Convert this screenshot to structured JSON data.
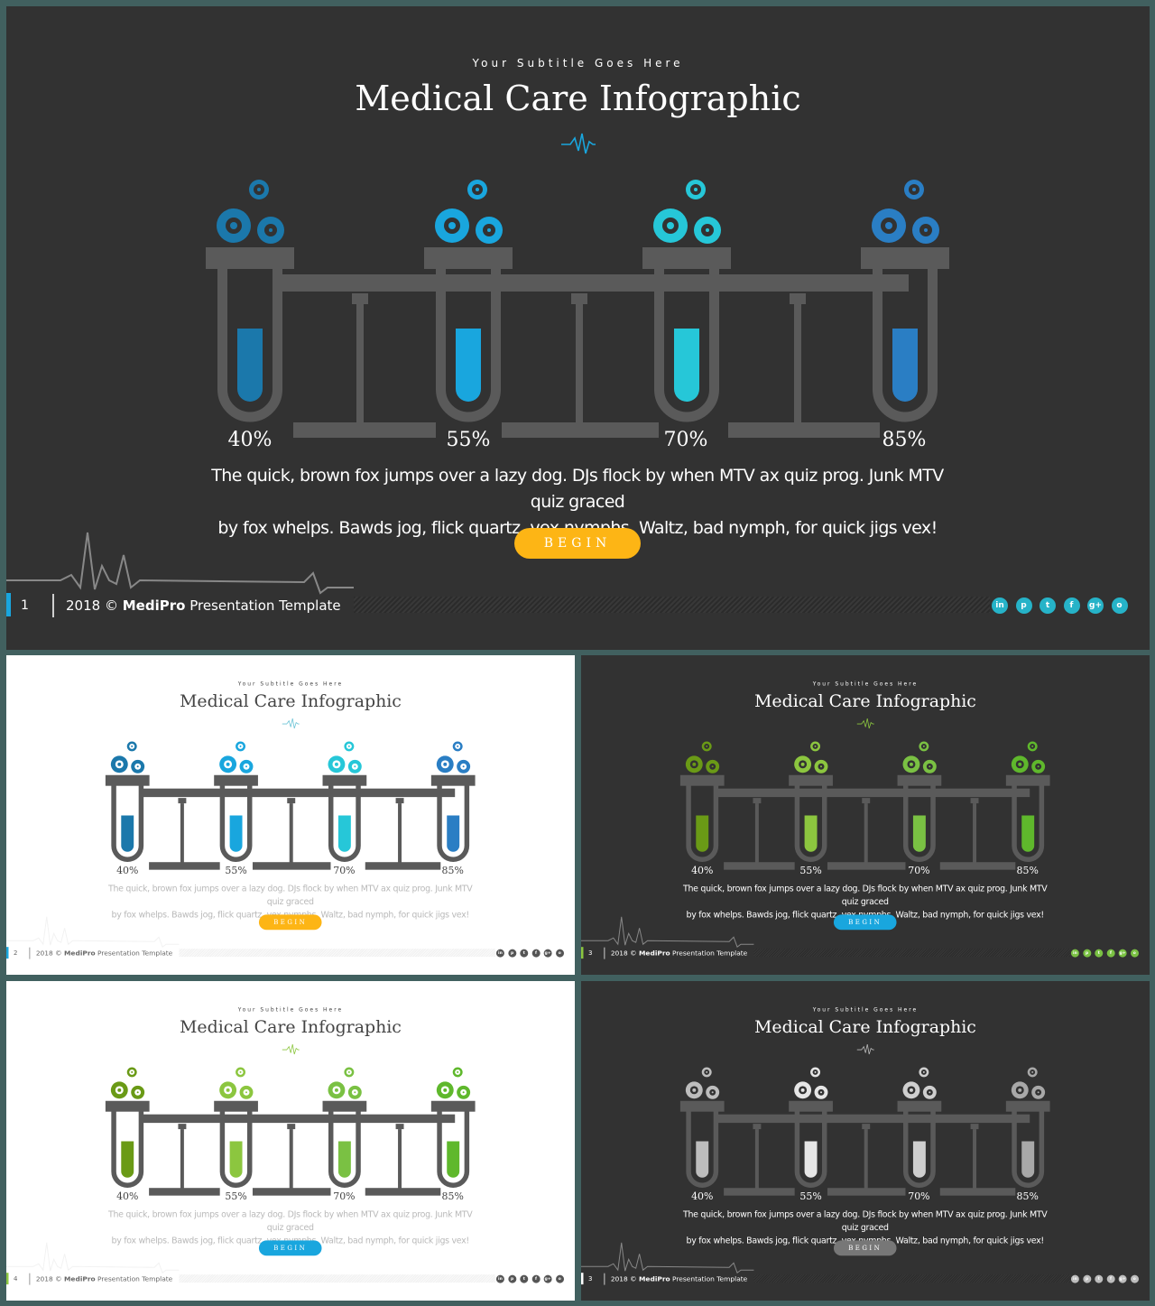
{
  "slides": [
    {
      "id": "1",
      "theme": "dark",
      "colors": [
        "#1b78ab",
        "#19a6de",
        "#26c7d8",
        "#2a7ec4"
      ],
      "button_color": "#fdb515",
      "footer_bar_color": "#19a6de",
      "pulse_color": "#888888",
      "header_pulse_color": "#19a6de",
      "social_color": "#26b3c8",
      "dots_color": "#1b78ab"
    },
    {
      "id": "2",
      "theme": "light",
      "colors": [
        "#1b78ab",
        "#19a6de",
        "#26c7d8",
        "#2a7ec4"
      ],
      "button_color": "#fdb515",
      "footer_bar_color": "#19a6de",
      "pulse_color": "#f2f2f2",
      "header_pulse_color": "#6cc4d6",
      "social_color": "#555555",
      "dots_color": "#1b78ab"
    },
    {
      "id": "3",
      "theme": "dark",
      "colors": [
        "#6a9a16",
        "#8cc63f",
        "#7ac143",
        "#5fb82c"
      ],
      "button_color": "#19a6de",
      "footer_bar_color": "#8cc63f",
      "pulse_color": "#888888",
      "header_pulse_color": "#8cc63f",
      "social_color": "#7ac143",
      "dots_color": "#6a9a16"
    },
    {
      "id": "4",
      "theme": "light",
      "colors": [
        "#6a9a16",
        "#8cc63f",
        "#7ac143",
        "#5fb82c"
      ],
      "button_color": "#19a6de",
      "footer_bar_color": "#8cc63f",
      "pulse_color": "#f2f2f2",
      "header_pulse_color": "#8cc63f",
      "social_color": "#555555",
      "dots_color": "#6a9a16"
    },
    {
      "id": "3",
      "theme": "dark",
      "colors": [
        "#bdbdbd",
        "#e6e6e6",
        "#cfcfcf",
        "#a8a8a8"
      ],
      "button_color": "#777777",
      "footer_bar_color": "#ffffff",
      "pulse_color": "#888888",
      "header_pulse_color": "#bbbbbb",
      "social_color": "#bdbdbd",
      "dots_color": "#bdbdbd"
    }
  ],
  "content": {
    "subtitle": "Your Subtitle Goes Here",
    "title": "Medical Care Infographic",
    "percentages": [
      "40%",
      "55%",
      "70%",
      "85%"
    ],
    "tube_levels": [
      40,
      55,
      70,
      85
    ],
    "body_line1": "The quick, brown fox jumps over a lazy dog. DJs flock by when MTV ax quiz prog. Junk MTV quiz graced",
    "body_line2": "by fox whelps. Bawds jog, flick quartz, vex nymphs. Waltz, bad nymph, for quick jigs vex!",
    "button_label": "BEGIN",
    "footer_year": "2018 ©",
    "footer_brand": "MediPro",
    "footer_rest": "Presentation Template",
    "social_icons": [
      "linkedin-icon",
      "pinterest-icon",
      "twitter-icon",
      "facebook-icon",
      "google-plus-icon",
      "instagram-icon"
    ],
    "social_glyphs": [
      "in",
      "p",
      "t",
      "f",
      "g+",
      "o"
    ],
    "rack_color": "#5a5a5a"
  }
}
